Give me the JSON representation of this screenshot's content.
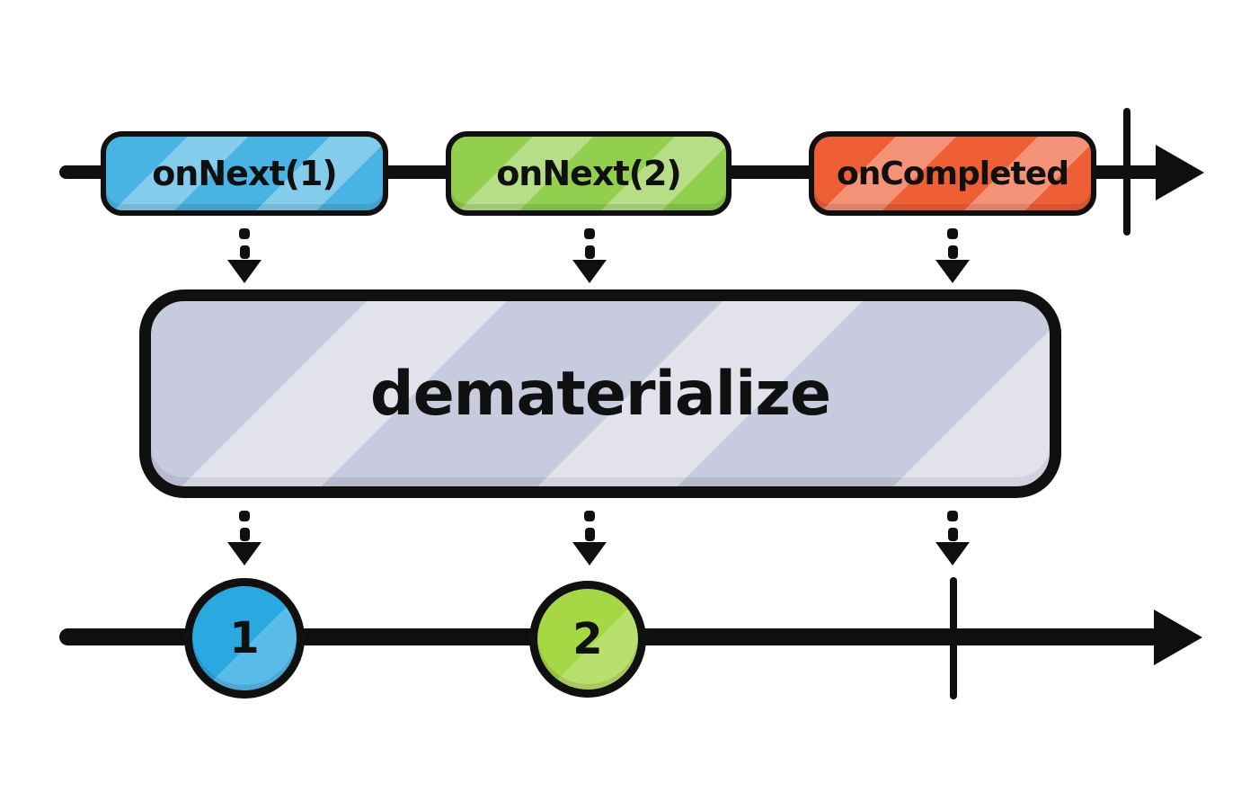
{
  "operator": {
    "name": "dematerialize",
    "box_color": "#c8cadd"
  },
  "source_timeline": {
    "events": [
      {
        "label": "onNext(1)",
        "type": "next",
        "color": "#49b4e3"
      },
      {
        "label": "onNext(2)",
        "type": "next",
        "color": "#92cf4e"
      },
      {
        "label": "onCompleted",
        "type": "completed",
        "color": "#ee5f35"
      }
    ]
  },
  "output_timeline": {
    "marbles": [
      {
        "label": "1",
        "color": "#2aa9e1"
      },
      {
        "label": "2",
        "color": "#a5d844"
      }
    ],
    "completed": true
  },
  "colors": {
    "stroke": "#0f0f0f",
    "background": "#ffffff"
  }
}
